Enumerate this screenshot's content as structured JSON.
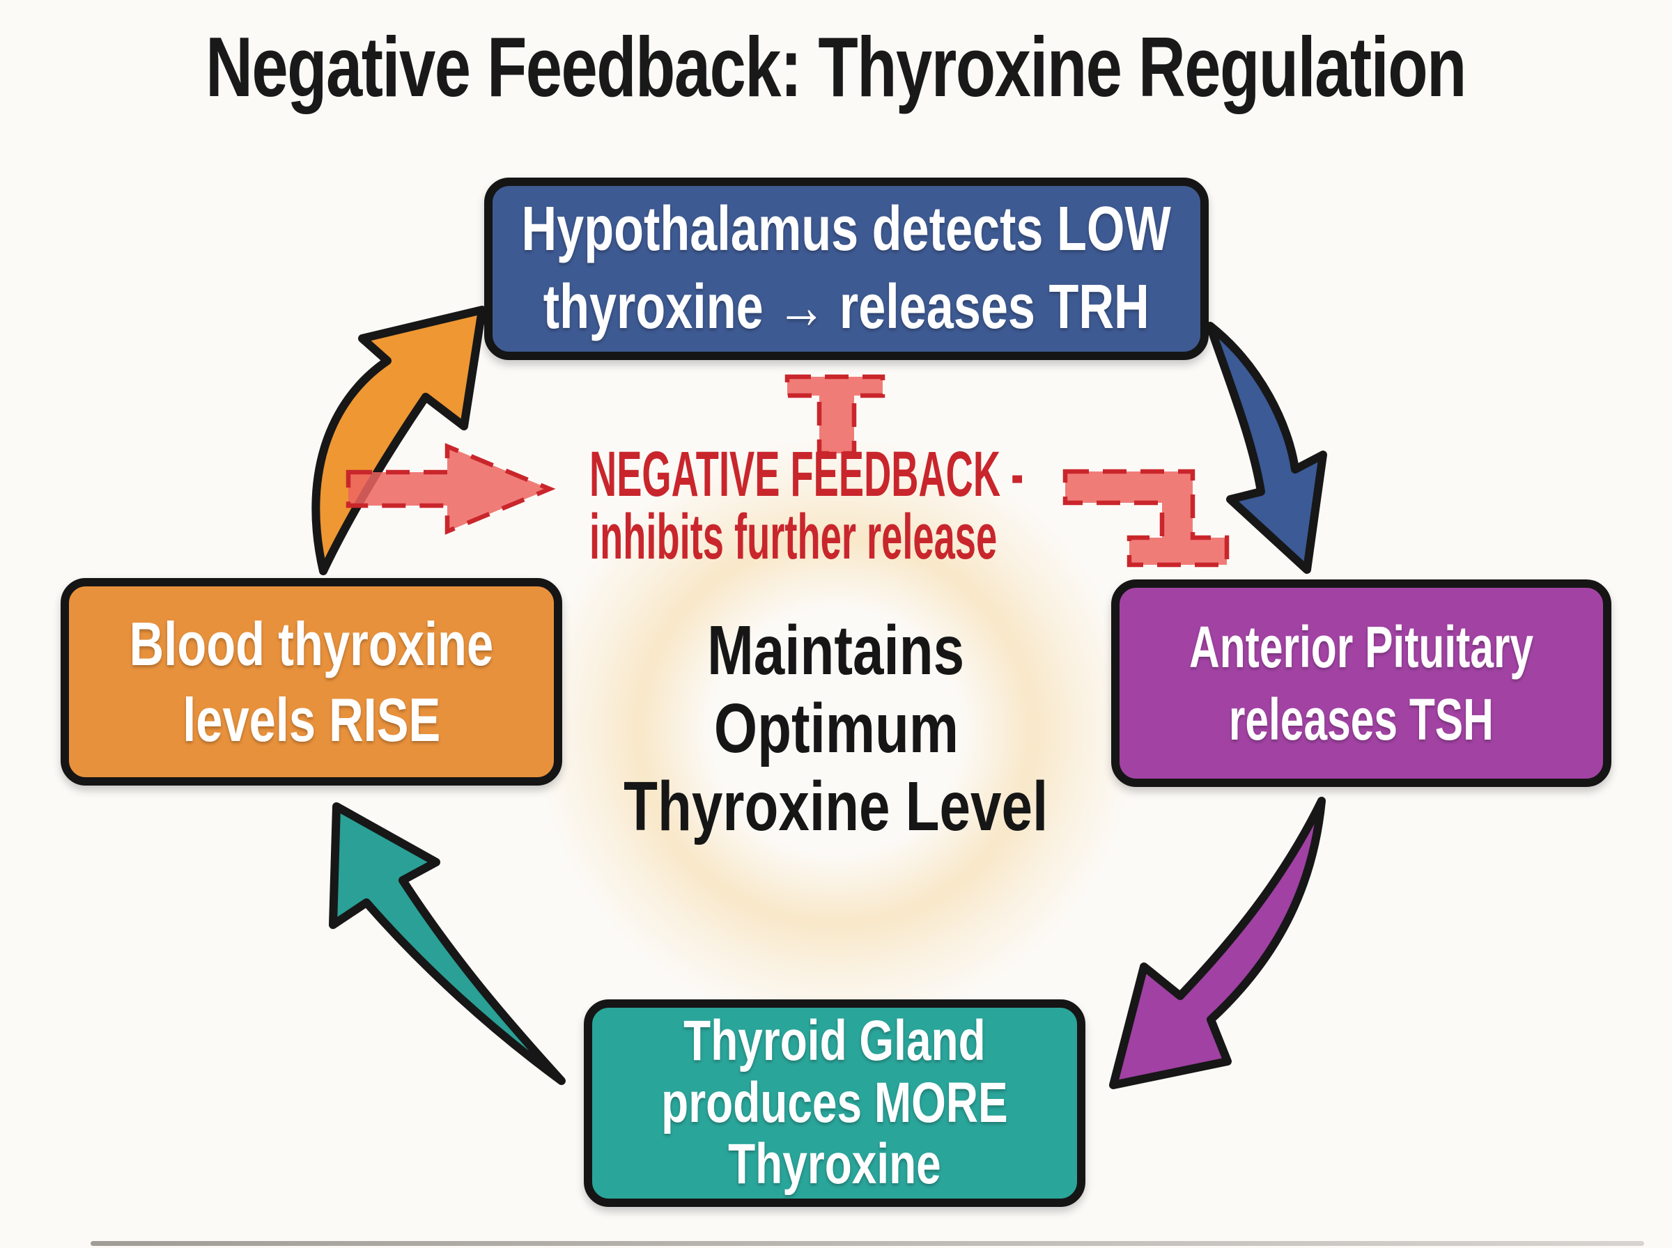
{
  "title": "Negative Feedback: Thyroxine Regulation",
  "boxes": {
    "hypothalamus": {
      "line1": "Hypothalamus detects LOW",
      "line2": "thyroxine → releases TRH",
      "color": "#3e5a92"
    },
    "pituitary": {
      "line1": "Anterior Pituitary",
      "line2": "releases TSH",
      "color": "#a243a4"
    },
    "thyroid": {
      "line1": "Thyroid Gland",
      "line2": "produces MORE",
      "line3": "Thyroxine",
      "color": "#2aa59a"
    },
    "blood": {
      "line1": "Blood thyroxine",
      "line2": "levels RISE",
      "color": "#e8913c"
    }
  },
  "center_caption": {
    "line1": "Maintains",
    "line2": "Optimum",
    "line3": "Thyroxine Level"
  },
  "feedback": {
    "line1": "NEGATIVE FEEDBACK -",
    "line2": "inhibits further release",
    "color": "#c8262c"
  },
  "arrows": {
    "blood_to_hypothalamus": "#ee9733",
    "hypothalamus_to_pituitary": "#3b5a96",
    "pituitary_to_thyroid": "#a041a3",
    "thyroid_to_blood": "#2aa096",
    "inhibition_fill": "#ed6562",
    "inhibition_stroke": "#c9262c"
  },
  "colors": {
    "background": "#fcfaf7",
    "box_border": "#151515",
    "title_text": "#191919",
    "box_text": "#ffffff",
    "center_glow": "#f6d9a3"
  }
}
